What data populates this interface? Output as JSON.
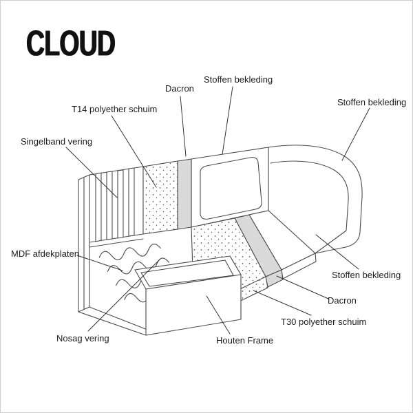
{
  "logo": {
    "text": "CLOUD"
  },
  "colors": {
    "line": "#4a4a4a",
    "dacron_fill": "#d9d9d9",
    "foam_dot": "#555555",
    "label_text": "#1c1c1c",
    "background": "#ffffff"
  },
  "diagram": {
    "labels": {
      "singelband_vering": "Singelband vering",
      "t14_schuim": "T14 polyether schuim",
      "dacron_top": "Dacron",
      "stoffen_bekleding_top": "Stoffen bekleding",
      "stoffen_bekleding_right_top": "Stoffen bekleding",
      "mdf_afdekplaten": "MDF afdekplaten",
      "stoffen_bekleding_right": "Stoffen bekleding",
      "dacron_bottom": "Dacron",
      "t30_schuim": "T30 polyether schuim",
      "houten_frame": "Houten Frame",
      "nosag_vering": "Nosag vering"
    }
  }
}
